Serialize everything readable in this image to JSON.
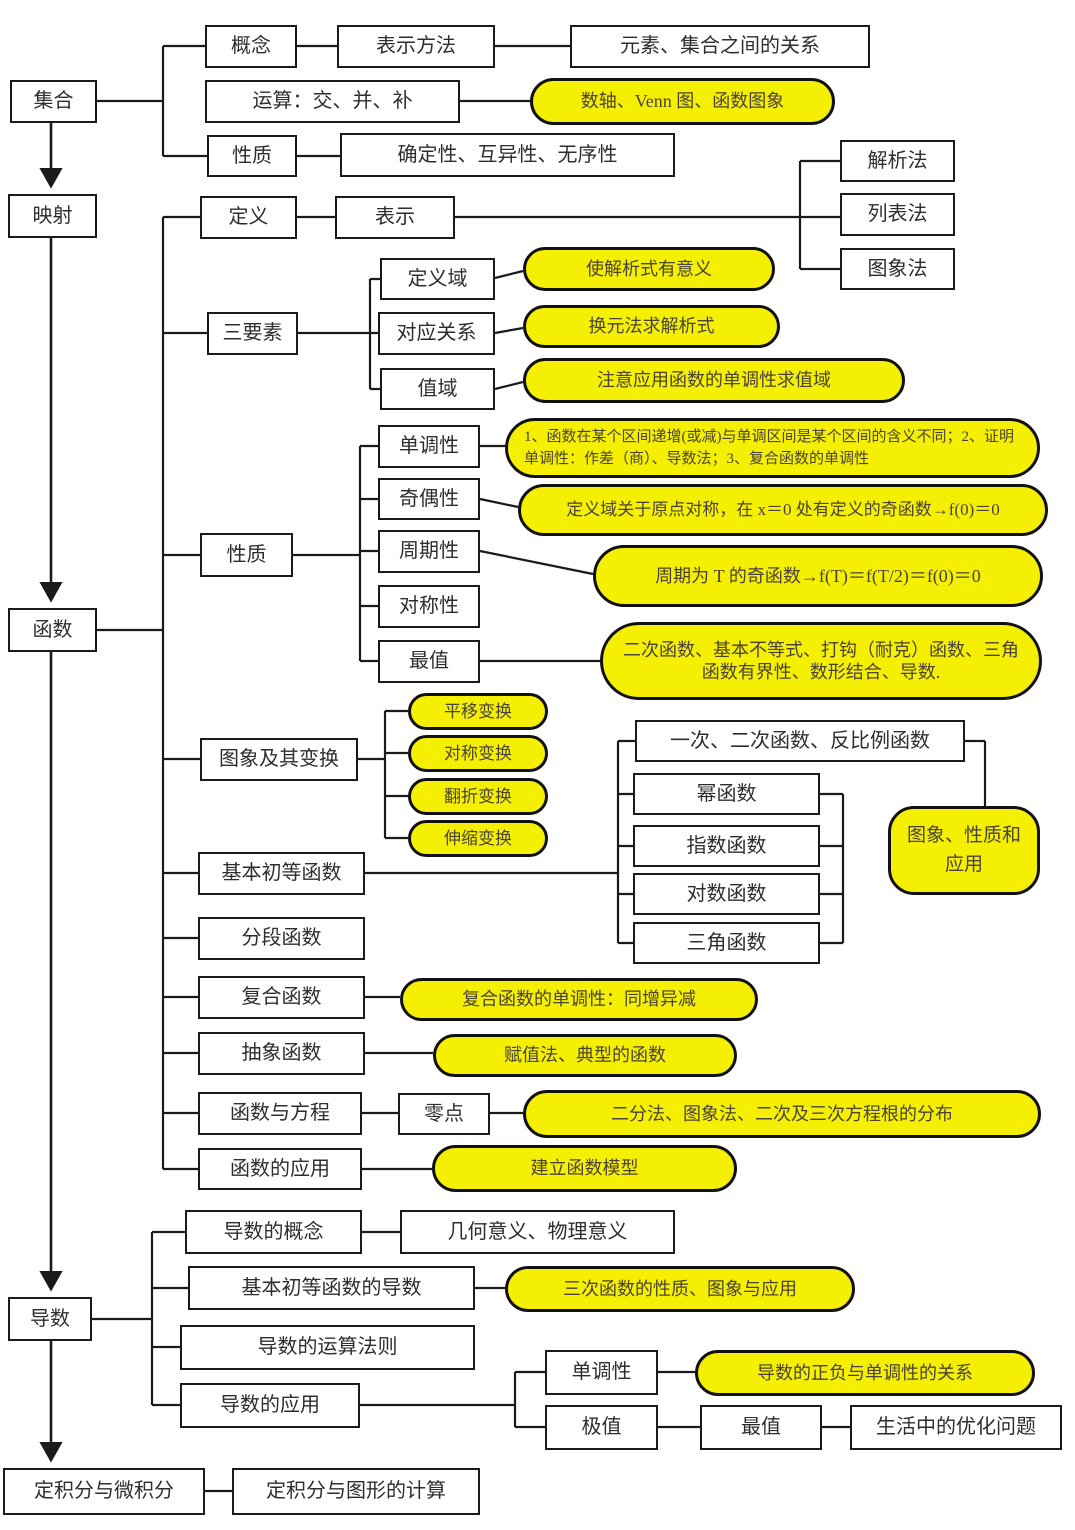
{
  "colors": {
    "highlight_yellow": "#f5ef04",
    "line_black": "#1a1a1a",
    "box_background": "#ffffff"
  },
  "nodes": {
    "set": "集合",
    "mapping": "映射",
    "function": "函数",
    "derivative": "导数",
    "definite_integral": "定积分与微积分",
    "integral_graph_calc": "定积分与图形的计算",
    "concept": "概念",
    "representation_method": "表示方法",
    "element_set_relation": "元素、集合之间的关系",
    "operations": "运算：交、并、补",
    "axis_venn_graph": "数轴、Venn 图、函数图象",
    "set_properties": "性质",
    "determinacy": "确定性、互异性、无序性",
    "definition": "定义",
    "representation": "表示",
    "analytic_method": "解析法",
    "list_method": "列表法",
    "graph_method": "图象法",
    "three_elements": "三要素",
    "domain": "定义域",
    "correspondence": "对应关系",
    "range": "值域",
    "analytic_meaningful": "使解析式有意义",
    "substitution_method": "换元法求解析式",
    "range_by_monotonicity": "注意应用函数的单调性求值域",
    "function_properties": "性质",
    "monotonicity": "单调性",
    "parity": "奇偶性",
    "periodicity": "周期性",
    "symmetry": "对称性",
    "max_min": "最值",
    "monotonicity_note": "1、函数在某个区间递增(或减)与单调区间是某个区间的含义不同；2、证明单调性：作差（商）、导数法；3、复合函数的单调性",
    "parity_note": "定义域关于原点对称，在 x＝0 处有定义的奇函数→f(0)＝0",
    "periodicity_note": "周期为 T 的奇函数→f(T)＝f(T/2)＝f(0)＝0",
    "max_min_note": "二次函数、基本不等式、打钩（耐克）函数、三角函数有界性、数形结合、导数.",
    "graph_transform": "图象及其变换",
    "translation_transform": "平移变换",
    "symmetry_transform": "对称变换",
    "folding_transform": "翻折变换",
    "scaling_transform": "伸缩变换",
    "basic_elementary_functions": "基本初等函数",
    "linear_quadratic_inverse": "一次、二次函数、反比例函数",
    "power_function": "幂函数",
    "exponential_function": "指数函数",
    "logarithmic_function": "对数函数",
    "trigonometric_function": "三角函数",
    "graph_properties_application": "图象、性质和应用",
    "piecewise_function": "分段函数",
    "composite_function": "复合函数",
    "composite_monotonicity": "复合函数的单调性：同增异减",
    "abstract_function": "抽象函数",
    "assignment_method": "赋值法、典型的函数",
    "function_and_equation": "函数与方程",
    "zero_point": "零点",
    "zero_point_note": "二分法、图象法、二次及三次方程根的分布",
    "function_application": "函数的应用",
    "build_model": "建立函数模型",
    "derivative_concept": "导数的概念",
    "geometric_physical_meaning": "几何意义、物理意义",
    "basic_derivatives": "基本初等函数的导数",
    "cubic_function_note": "三次函数的性质、图象与应用",
    "derivative_rules": "导数的运算法则",
    "derivative_application": "导数的应用",
    "derivative_monotonicity": "单调性",
    "derivative_sign_note": "导数的正负与单调性的关系",
    "extreme_value": "极值",
    "max_value": "最值",
    "optimization": "生活中的优化问题"
  }
}
